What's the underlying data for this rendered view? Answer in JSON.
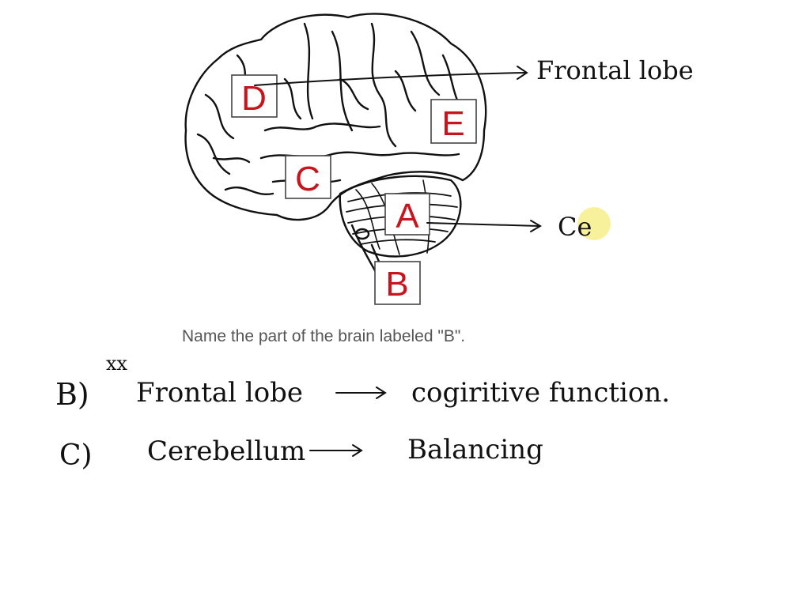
{
  "diagram": {
    "labels": [
      {
        "id": "D",
        "text": "D"
      },
      {
        "id": "E",
        "text": "E"
      },
      {
        "id": "C",
        "text": "C"
      },
      {
        "id": "A",
        "text": "A"
      },
      {
        "id": "B",
        "text": "B"
      }
    ],
    "annotations": {
      "frontal": "Frontal lobe",
      "partial": "Ce"
    },
    "question": "Name the part of the brain labeled \"B\"."
  },
  "answers": {
    "b_prefix": "B)",
    "b_strike": "xx",
    "b_term": "Frontal lobe",
    "b_desc": "cogiritive function.",
    "c_prefix": "C)",
    "c_term": "Cerebellum",
    "c_desc": "Balancing"
  },
  "colors": {
    "label_letter": "#c8141c",
    "highlight": "#f7ee8a",
    "ink": "#111111",
    "question_text": "#555555"
  }
}
